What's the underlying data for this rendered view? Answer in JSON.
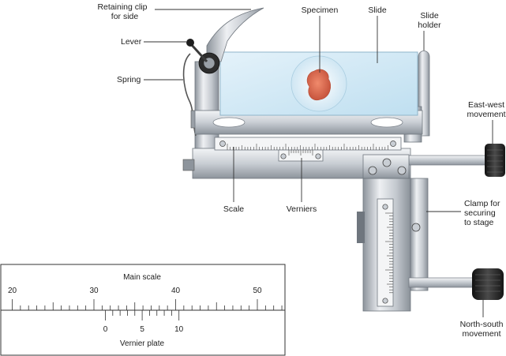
{
  "labels": {
    "retaining_clip_line1": "Retaining clip",
    "retaining_clip_line2": "for side",
    "lever": "Lever",
    "spring": "Spring",
    "specimen": "Specimen",
    "slide": "Slide",
    "slide_holder_line1": "Slide",
    "slide_holder_line2": "holder",
    "east_west_line1": "East-west",
    "east_west_line2": "movement",
    "scale": "Scale",
    "verniers": "Verniers",
    "clamp_line1": "Clamp for",
    "clamp_line2": "securing",
    "clamp_line3": "to stage",
    "north_south_line1": "North-south",
    "north_south_line2": "movement"
  },
  "inset": {
    "main_scale_title": "Main scale",
    "main_scale_numbers": [
      "20",
      "30",
      "40",
      "50"
    ],
    "vernier_numbers": [
      "0",
      "5",
      "10"
    ],
    "vernier_title": "Vernier plate"
  },
  "colors": {
    "metal_light": "#e3e6ea",
    "metal_mid": "#b9bec5",
    "metal_dark": "#7d848c",
    "glass": "#cfe7f4",
    "specimen": "#d9684e",
    "knob": "#2b2b2b"
  }
}
